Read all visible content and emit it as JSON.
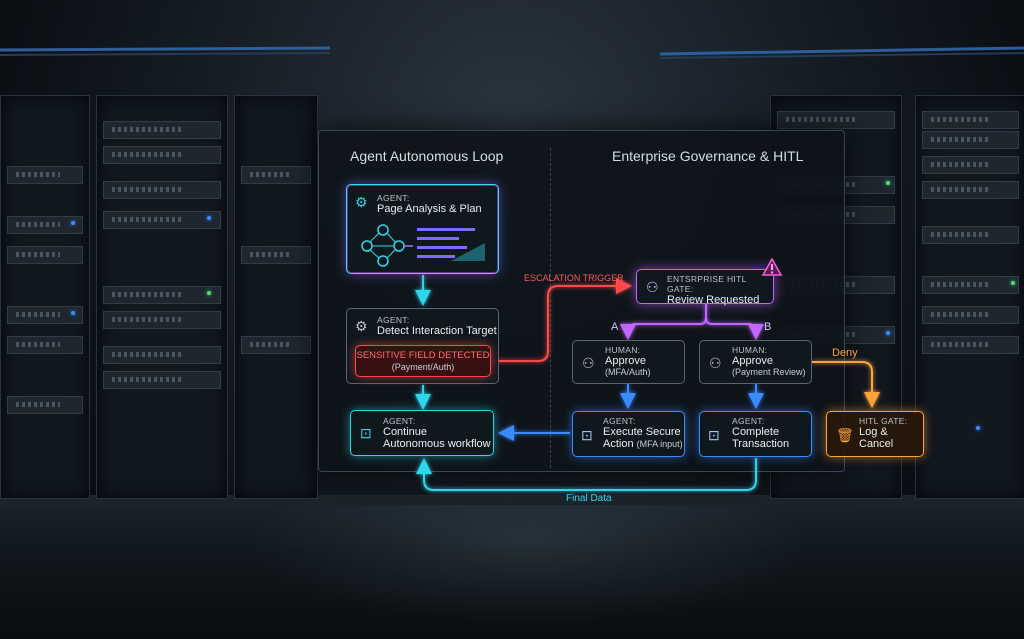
{
  "left_title": "Agent Autonomous Loop",
  "right_title": "Enterprise Governance & HITL",
  "nodes": {
    "plan": {
      "small": "AGENT:",
      "big": "Page Analysis & Plan"
    },
    "detect": {
      "small": "AGENT:",
      "big": "Detect Interaction Target"
    },
    "sensitive": {
      "big": "SENSITIVE FIELD DETECTED",
      "sub": "(Payment/Auth)"
    },
    "cont": {
      "small": "AGENT:",
      "big1": "Continue",
      "big2": "Autonomous workflow"
    },
    "gate": {
      "small": "ENTSRPRISE HITL GATE:",
      "big": "Review Requested"
    },
    "approve_a": {
      "small": "HUMAN:",
      "big": "Approve",
      "sub": "(MFA/Auth)"
    },
    "approve_b": {
      "small": "HUMAN:",
      "big": "Approve",
      "sub": "(Payment Review)"
    },
    "exec": {
      "small": "AGENT:",
      "big1": "Execute Secure",
      "big2": "Action",
      "sub": "(MFA input)"
    },
    "complete": {
      "small": "AGENT:",
      "big1": "Complete",
      "big2": "Transaction"
    },
    "log": {
      "small": "HITL GATE:",
      "big1": "Log &",
      "big2": "Cancel"
    }
  },
  "edge_labels": {
    "escalation": "ESCALATION TRIGGER",
    "a": "A",
    "b": "B",
    "deny": "Deny",
    "final": "Final Data"
  },
  "colors": {
    "cyan": "#2fd6ea",
    "red": "#ff4a4a",
    "purple": "#c266ff",
    "blue": "#3b8bff",
    "orange": "#ffa23a"
  }
}
